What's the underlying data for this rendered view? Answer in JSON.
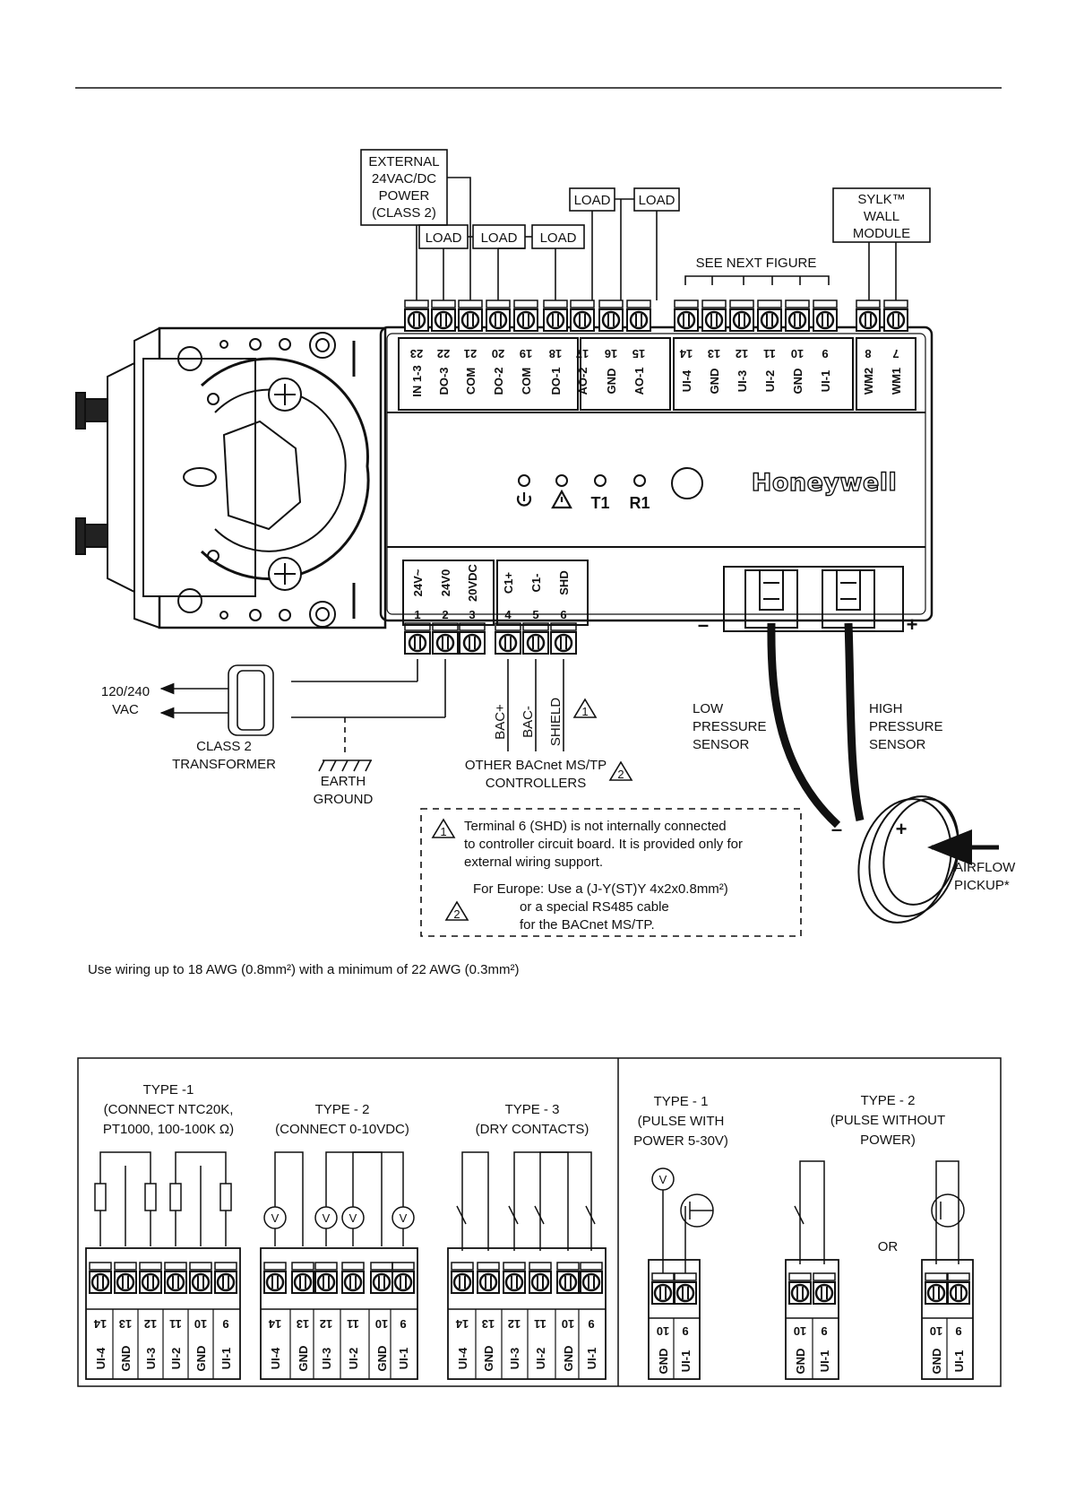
{
  "main": {
    "power": {
      "l1": "EXTERNAL",
      "l2": "24VAC/DC",
      "l3": "POWER",
      "l4": "(CLASS 2)"
    },
    "load": "LOAD",
    "sylk": {
      "l1": "SYLK™",
      "l2": "WALL",
      "l3": "MODULE"
    },
    "see_next": "SEE NEXT FIGURE",
    "top_terms": [
      {
        "num": "23",
        "name": "IN 1-3"
      },
      {
        "num": "22",
        "name": "DO-3"
      },
      {
        "num": "21",
        "name": "COM"
      },
      {
        "num": "20",
        "name": "DO-2"
      },
      {
        "num": "19",
        "name": "COM"
      },
      {
        "num": "18",
        "name": "DO-1"
      },
      {
        "num": "17",
        "name": "AO-2"
      },
      {
        "num": "16",
        "name": "GND"
      },
      {
        "num": "15",
        "name": "AO-1"
      },
      {
        "num": "14",
        "name": "UI-4"
      },
      {
        "num": "13",
        "name": "GND"
      },
      {
        "num": "12",
        "name": "UI-3"
      },
      {
        "num": "11",
        "name": "UI-2"
      },
      {
        "num": "10",
        "name": "GND"
      },
      {
        "num": "9",
        "name": "UI-1"
      },
      {
        "num": "8",
        "name": "WM2"
      },
      {
        "num": "7",
        "name": "WM1"
      }
    ],
    "bottom_terms": [
      {
        "num": "1",
        "name": "24V~"
      },
      {
        "num": "2",
        "name": "24V0"
      },
      {
        "num": "3",
        "name": "20VDC"
      },
      {
        "num": "4",
        "name": "C1+"
      },
      {
        "num": "5",
        "name": "C1-"
      },
      {
        "num": "6",
        "name": "SHD"
      }
    ],
    "led_t1": "T1",
    "led_r1": "R1",
    "brand": "Honeywell",
    "minus": "–",
    "plus": "+",
    "vac": {
      "l1": "120/240",
      "l2": "VAC"
    },
    "transformer": {
      "l1": "CLASS 2",
      "l2": "TRANSFORMER"
    },
    "earth": {
      "l1": "EARTH",
      "l2": "GROUND"
    },
    "bac_plus": "BAC+",
    "bac_minus": "BAC-",
    "shield": "SHIELD",
    "note1_mark": "1",
    "note2_mark": "2",
    "other_bacnet": {
      "l1": "OTHER BACnet MS/TP",
      "l2": "CONTROLLERS"
    },
    "low_sensor": {
      "l1": "LOW",
      "l2": "PRESSURE",
      "l3": "SENSOR"
    },
    "high_sensor": {
      "l1": "HIGH",
      "l2": "PRESSURE",
      "l3": "SENSOR"
    },
    "airflow": {
      "l1": "AIRFLOW",
      "l2": "PICKUP*"
    },
    "note1": {
      "l1": "Terminal 6 (SHD) is not internally connected",
      "l2": "to controller circuit board. It is provided only for",
      "l3": "external wiring support."
    },
    "note2": {
      "l1": "For Europe: Use a (J-Y(ST)Y 4x2x0.8mm²)",
      "l2": "or a special RS485 cable",
      "l3": "for the BACnet MS/TP."
    },
    "wiring_note": "Use wiring up to 18 AWG (0.8mm²) with a minimum of 22 AWG (0.3mm²)"
  },
  "types": {
    "t1": {
      "l1": "TYPE -1",
      "l2": "(CONNECT NTC20K,",
      "l3": "PT1000, 100-100K Ω)"
    },
    "t2": {
      "l1": "TYPE - 2",
      "l2": "(CONNECT 0-10VDC)"
    },
    "t3": {
      "l1": "TYPE - 3",
      "l2": "(DRY CONTACTS)"
    },
    "p1": {
      "l1": "TYPE - 1",
      "l2": "(PULSE WITH",
      "l3": "POWER 5-30V)"
    },
    "p2": {
      "l1": "TYPE - 2",
      "l2": "(PULSE WITHOUT",
      "l3": "POWER)"
    },
    "or": "OR",
    "v": "V",
    "six_terms": [
      {
        "num": "14",
        "name": "UI-4"
      },
      {
        "num": "13",
        "name": "GND"
      },
      {
        "num": "12",
        "name": "UI-3"
      },
      {
        "num": "11",
        "name": "UI-2"
      },
      {
        "num": "10",
        "name": "GND"
      },
      {
        "num": "9",
        "name": "UI-1"
      }
    ],
    "two_terms": [
      {
        "num": "10",
        "name": "GND"
      },
      {
        "num": "9",
        "name": "UI-1"
      }
    ]
  }
}
